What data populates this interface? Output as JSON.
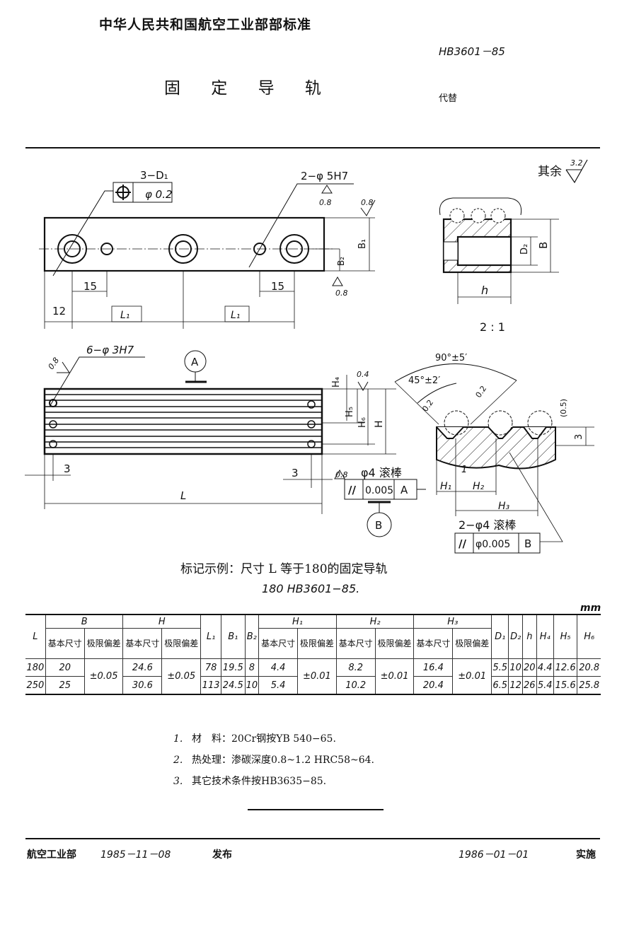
{
  "header": {
    "organization": "中华人民共和国航空工业部部标准",
    "standard_number": "HB3601－85",
    "title": "固 定 导 轨",
    "replaces_label": "代替"
  },
  "drawing": {
    "surface_finish_other": "其余",
    "surface_finish_other_value": "3.2",
    "top_view": {
      "position_tol_callout": "3−D₁",
      "position_tol_value": "φ 0.2",
      "hole_callout": "2−φ 5H7",
      "finish_values": [
        "0.8",
        "0.8",
        "0.8"
      ],
      "dims": {
        "left_offset": "15",
        "right_offset": "15",
        "edge": "12",
        "L1_a": "L₁",
        "L1_b": "L₁",
        "B1": "B₁",
        "B2": "B₂"
      }
    },
    "section_view": {
      "scale": "2 : 1",
      "dims": {
        "D2": "D₂",
        "B": "B",
        "h": "h"
      }
    },
    "front_view": {
      "hole_callout": "6−φ 3H7",
      "finish_left": "0.8",
      "finish_top": "0.4",
      "finish_bottom": "0.8",
      "datum_a": "A",
      "datum_b": "B",
      "dims": {
        "H4": "H₄",
        "H5": "H₅",
        "H6": "H₆",
        "H": "H",
        "left_3": "3",
        "right_3": "3",
        "L": "L"
      },
      "roller_note": "φ4 滚棒",
      "tol_symbol": "//",
      "tol_value": "0.005",
      "tol_datum": "A"
    },
    "detail_view": {
      "angle_outer": "90°±5′",
      "angle_inner": "45°±2′",
      "finish_values": [
        "0.2",
        "0.2"
      ],
      "dims": {
        "half": "(0.5)",
        "depth": "3",
        "one": "1",
        "H1": "H₁",
        "H2": "H₂",
        "H3": "H₃"
      },
      "roller_note": "2−φ4 滚棒",
      "tol_symbol": "//",
      "tol_value": "φ0.005",
      "tol_datum": "B"
    }
  },
  "marking_example": {
    "line1": "标记示例：尺寸 L 等于180的固定导轨",
    "line2": "180 HB3601−85."
  },
  "table": {
    "unit": "mm",
    "group_headers": {
      "B": "B",
      "H": "H",
      "H1": "H₁",
      "H2": "H₂",
      "H3": "H₃"
    },
    "sub_basic": "基本尺寸",
    "sub_tol": "极限偏差",
    "single_headers": {
      "L": "L",
      "L1": "L₁",
      "B1": "B₁",
      "B2": "B₂",
      "D1": "D₁",
      "D2": "D₂",
      "h": "h",
      "H4": "H₄",
      "H5": "H₅",
      "H6": "H₆"
    },
    "rows": [
      {
        "L": "180",
        "B": "20",
        "H": "24.6",
        "L1": "78",
        "B1": "19.5",
        "B2": "8",
        "H1": "4.4",
        "H2": "8.2",
        "H3": "16.4",
        "D1": "5.5",
        "D2": "10",
        "h": "20",
        "H4": "4.4",
        "H5": "12.6",
        "H6": "20.8"
      },
      {
        "L": "250",
        "B": "25",
        "H": "30.6",
        "L1": "113",
        "B1": "24.5",
        "B2": "10",
        "H1": "5.4",
        "H2": "10.2",
        "H3": "20.4",
        "D1": "6.5",
        "D2": "12",
        "h": "26",
        "H4": "5.4",
        "H5": "15.6",
        "H6": "25.8"
      }
    ],
    "tolerances": {
      "B": "±0.05",
      "H": "±0.05",
      "H1": "±0.01",
      "H2": "±0.01",
      "H3": "±0.01"
    }
  },
  "notes": [
    {
      "num": "1.",
      "text": "材　料：20Cr钢按YB 540−65."
    },
    {
      "num": "2.",
      "text": "热处理：渗碳深度0.8~1.2 HRC58~64."
    },
    {
      "num": "3.",
      "text": "其它技术条件按HB3635−85."
    }
  ],
  "footer": {
    "issuer": "航空工业部",
    "issue_date": "1985－11－08",
    "issue_label": "发布",
    "effective_date": "1986－01－01",
    "effective_label": "实施"
  }
}
